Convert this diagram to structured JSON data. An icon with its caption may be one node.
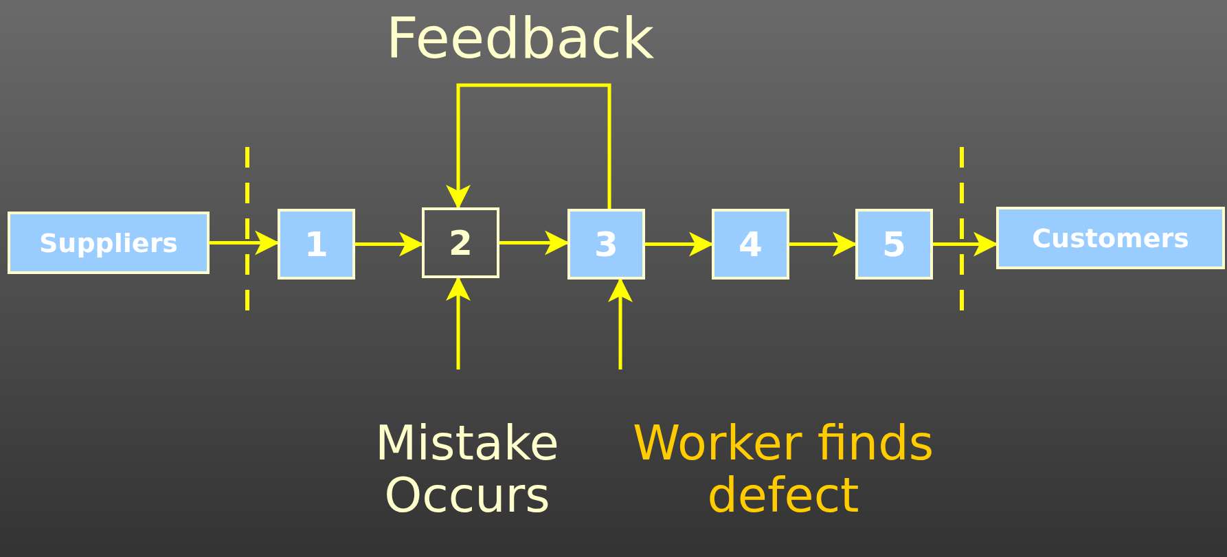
{
  "diagram": {
    "nodes": [
      {
        "text": [
          "Suppliers"
        ]
      },
      {
        "text": [
          "1"
        ]
      },
      {
        "text": [
          "2"
        ]
      },
      {
        "text": [
          "3"
        ]
      },
      {
        "text": [
          "4"
        ]
      },
      {
        "text": [
          "5"
        ]
      },
      {
        "text": [
          "Customers"
        ]
      },
      {
        "text": [
          "Mistake Occurs"
        ]
      },
      {
        "text": [
          "Worker finds defect"
        ]
      }
    ],
    "edges": [
      {
        "from": 0,
        "to": 1,
        "arrow": "to"
      },
      {
        "from": 1,
        "to": 2,
        "arrow": "to"
      },
      {
        "from": 2,
        "to": 3,
        "arrow": "to"
      },
      {
        "from": 3,
        "to": 4,
        "arrow": "to"
      },
      {
        "from": 4,
        "to": 5,
        "arrow": "to"
      },
      {
        "from": 5,
        "to": 6,
        "arrow": "to"
      },
      {
        "from": 3,
        "to": 2,
        "arrow": "to",
        "label": "Feedback"
      },
      {
        "from": 7,
        "to": 2,
        "arrow": "to"
      },
      {
        "from": 8,
        "to": 3,
        "arrow": "to"
      }
    ]
  }
}
